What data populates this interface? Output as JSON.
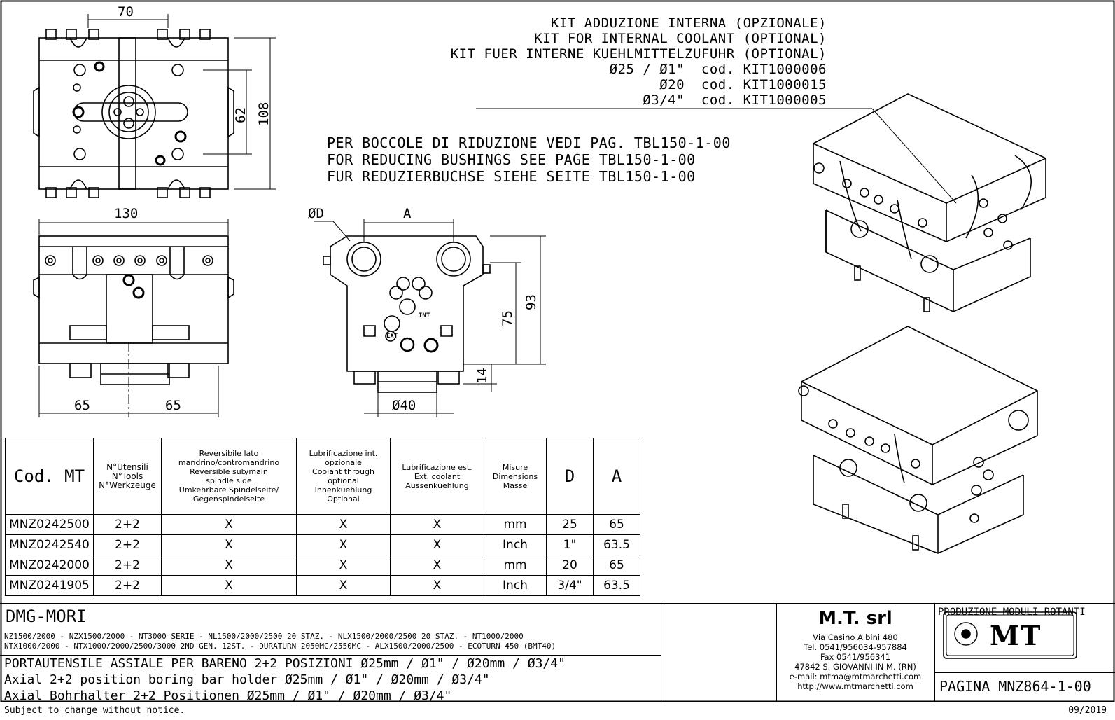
{
  "kit": {
    "line1": "KIT ADDUZIONE INTERNA (OPZIONALE)",
    "line2": "KIT FOR INTERNAL COOLANT (OPTIONAL)",
    "line3": "KIT FUER INTERNE KUEHLMITTELZUFUHR (OPTIONAL)",
    "line4": "Ø25 / Ø1\"  cod. KIT1000006",
    "line5": "Ø20  cod. KIT1000015",
    "line6": "Ø3/4\"  cod. KIT1000005"
  },
  "bushings": {
    "it": "PER BOCCOLE DI RIDUZIONE VEDI PAG. TBL150-1-00",
    "en": "FOR REDUCING BUSHINGS SEE PAGE TBL150-1-00",
    "de": "FUR REDUZIERBUCHSE SIEHE SEITE TBL150-1-00"
  },
  "dims": {
    "d70": "70",
    "d62": "62",
    "d108": "108",
    "d130": "130",
    "d65a": "65",
    "d65b": "65",
    "dD": "ØD",
    "dA": "A",
    "d75": "75",
    "d93": "93",
    "d14": "14",
    "d40": "Ø40",
    "int": "INT",
    "ext": "EXT",
    "logo": "MT"
  },
  "table": {
    "headers": {
      "cod": "Cod. MT",
      "tools": "N°Utensili\nN°Tools\nN°Werkzeuge",
      "rev": "Reversibile lato\nmandrino/contromandrino\nReversible sub/main\nspindle side\nUmkehrbare Spindelseite/\nGegenspindelseite",
      "lubint": "Lubrificazione int.\nopzionale\nCoolant through\noptional\nInnenkuehlung\nOptional",
      "lubext": "Lubrificazione est.\nExt. coolant\nAussenkuehlung",
      "misure": "Misure\nDimensions\nMasse",
      "d": "D",
      "a": "A"
    },
    "rows": [
      {
        "cod": "MNZ0242500",
        "tools": "2+2",
        "rev": "X",
        "lubint": "X",
        "lubext": "X",
        "unit": "mm",
        "d": "25",
        "a": "65"
      },
      {
        "cod": "MNZ0242540",
        "tools": "2+2",
        "rev": "X",
        "lubint": "X",
        "lubext": "X",
        "unit": "Inch",
        "d": "1\"",
        "a": "63.5"
      },
      {
        "cod": "MNZ0242000",
        "tools": "2+2",
        "rev": "X",
        "lubint": "X",
        "lubext": "X",
        "unit": "mm",
        "d": "20",
        "a": "65"
      },
      {
        "cod": "MNZ0241905",
        "tools": "2+2",
        "rev": "X",
        "lubint": "X",
        "lubext": "X",
        "unit": "Inch",
        "d": "3/4\"",
        "a": "63.5"
      }
    ]
  },
  "titleblock": {
    "brand": "DMG-MORI",
    "machines1": "NZ1500/2000 - NZX1500/2000 - NT3000 SERIE - NL1500/2000/2500 20 STAZ. - NLX1500/2000/2500 20 STAZ. - NT1000/2000",
    "machines2": "NTX1000/2000 - NTX1000/2000/2500/3000 2ND GEN. 12ST. - DURATURN 2050MC/2550MC - ALX1500/2000/2500 - ECOTURN 450 (BMT40)",
    "title_it": "PORTAUTENSILE ASSIALE PER BARENO 2+2 POSIZIONI Ø25mm / Ø1\" / Ø20mm / Ø3/4\"",
    "title_en": "Axial 2+2 position boring bar holder Ø25mm / Ø1\" / Ø20mm / Ø3/4\"",
    "title_de": "Axial Bohrhalter 2+2 Positionen Ø25mm / Ø1\" / Ø20mm / Ø3/4\"",
    "company": "M.T. srl",
    "addr1": "Via Casino Albini 480",
    "addr2": "Tel. 0541/956034-957884",
    "addr3": "Fax 0541/956341",
    "addr4": "47842 S. GIOVANNI IN M. (RN)",
    "addr5": "e-mail: mtma@mtmarchetti.com",
    "addr6": "http://www.mtmarchetti.com",
    "production": "PRODUZIONE MODULI ROTANTI",
    "page": "PAGINA MNZ864-1-00"
  },
  "footer": {
    "notice": "Subject to change without notice.",
    "date": "09/2019"
  }
}
